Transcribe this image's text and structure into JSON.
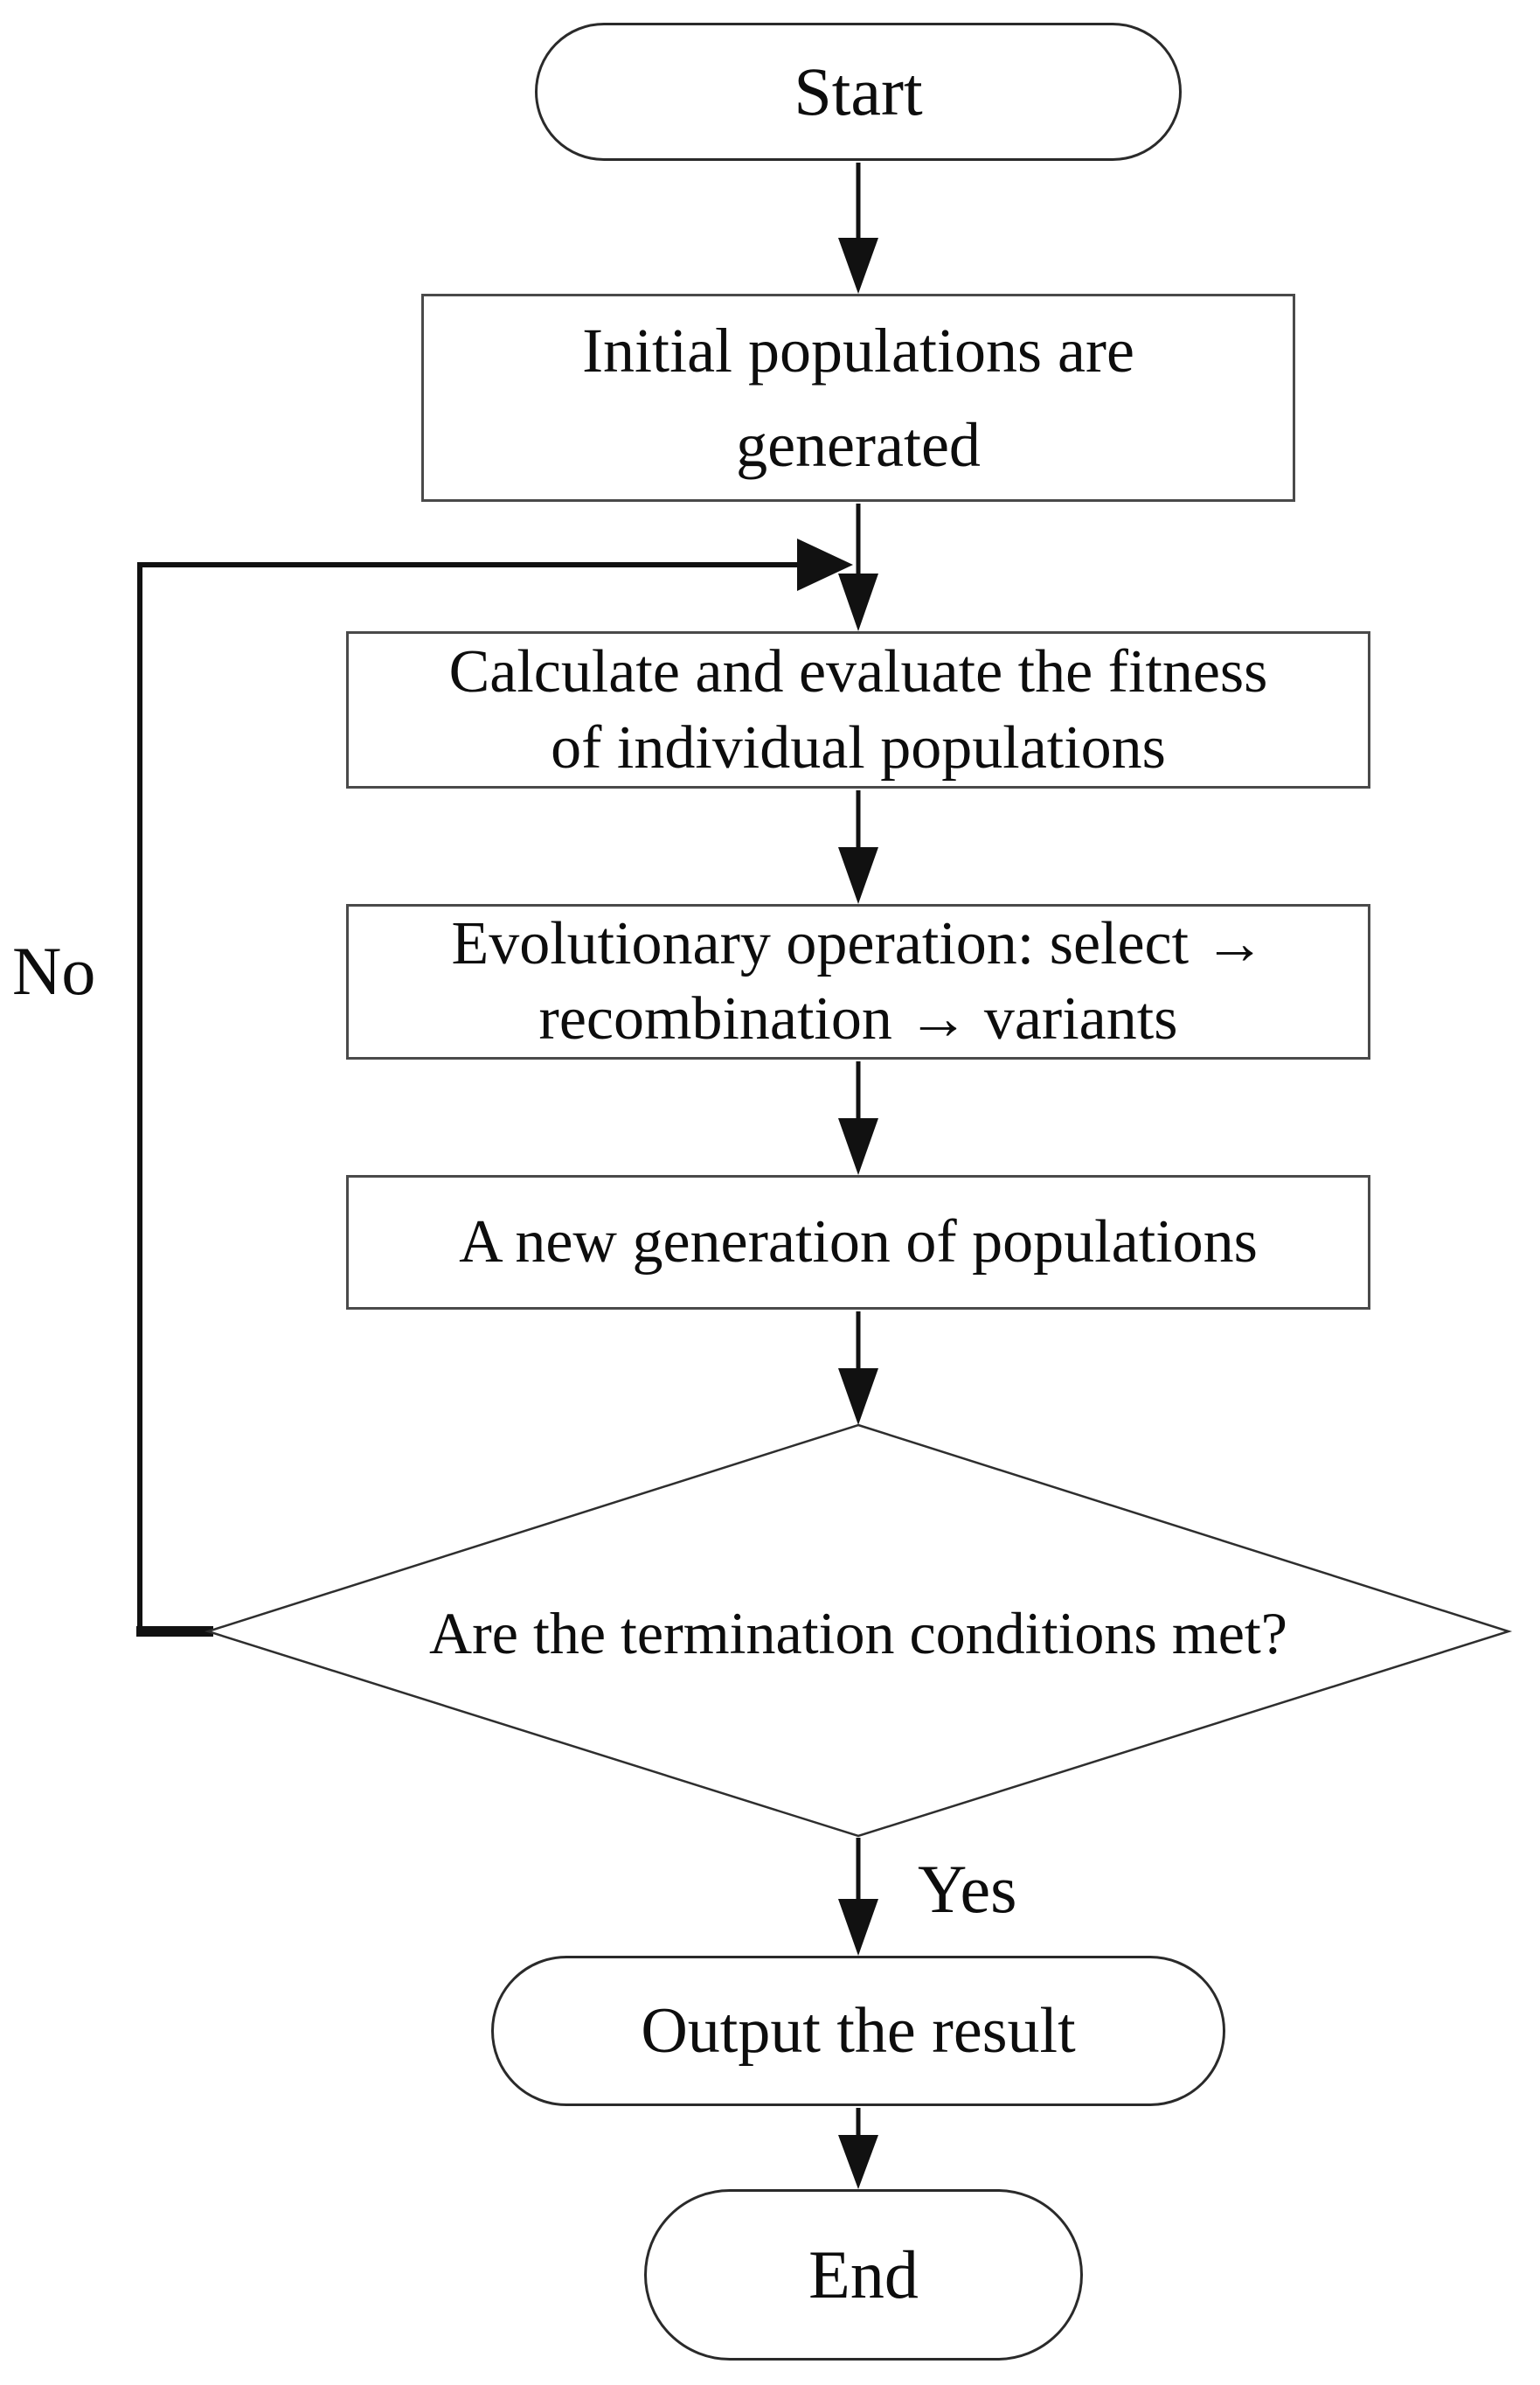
{
  "figure": {
    "kind": "flowchart"
  },
  "colors": {
    "background": "#ffffff",
    "line": "#111111",
    "box_border": "#4a4a4a",
    "terminator_border": "#2a2a2a",
    "text": "#0d0d0d"
  },
  "nodes": {
    "start": {
      "shape": "terminator",
      "label": "Start"
    },
    "init": {
      "shape": "process",
      "line1": "Initial populations are",
      "line2": "generated"
    },
    "fitness": {
      "shape": "process",
      "line1": "Calculate and evaluate the fitness",
      "line2": "of individual populations"
    },
    "evolution": {
      "shape": "process",
      "line1": "Evolutionary operation: select →",
      "line2": "recombination → variants"
    },
    "newgen": {
      "shape": "process",
      "label": "A new generation of populations"
    },
    "decision": {
      "shape": "decision",
      "label": "Are the termination conditions met?"
    },
    "output": {
      "shape": "terminator",
      "label": "Output the result"
    },
    "end": {
      "shape": "terminator",
      "label": "End"
    }
  },
  "edge_labels": {
    "yes": "Yes",
    "no": "No"
  }
}
